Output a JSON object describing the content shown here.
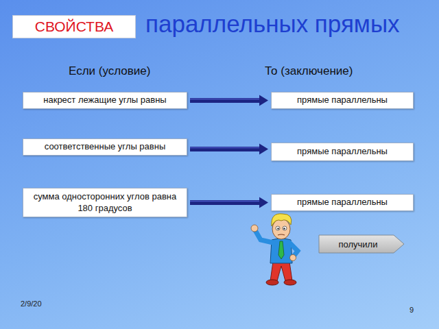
{
  "diagram": {
    "title": "параллельных прямых",
    "nodes": [
      {
        "text": [
          "СВОЙСТВА"
        ]
      },
      {
        "text": [
          "накрест лежащие углы равны"
        ]
      },
      {
        "text": [
          "прямые параллельны"
        ]
      },
      {
        "text": [
          "соответственные углы равны"
        ]
      },
      {
        "text": [
          "прямые параллельны"
        ]
      },
      {
        "text": [
          "сумма односторонних углов равна 180 градусов"
        ]
      },
      {
        "text": [
          "прямые параллельны"
        ]
      },
      {
        "text": [
          "получили"
        ]
      }
    ],
    "edges": [
      {
        "from": 1,
        "to": 2,
        "arrow": "to"
      },
      {
        "from": 3,
        "to": 4,
        "arrow": "to"
      },
      {
        "from": 5,
        "to": 6,
        "arrow": "to"
      }
    ],
    "labels": [
      "Если (условие)",
      "То (заключение)",
      "2/9/20",
      "9"
    ]
  }
}
